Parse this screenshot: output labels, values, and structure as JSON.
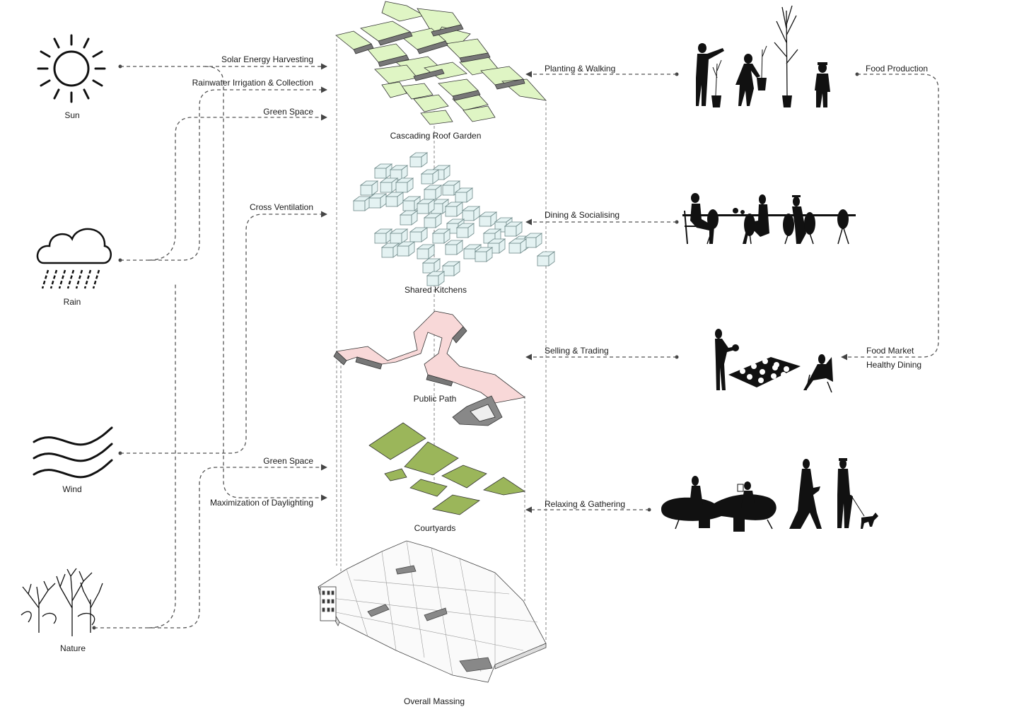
{
  "elements": {
    "sun": "Sun",
    "rain": "Rain",
    "wind": "Wind",
    "nature": "Nature"
  },
  "layers": {
    "roof": "Cascading Roof Garden",
    "kitchens": "Shared Kitchens",
    "path": "Public Path",
    "courtyards": "Courtyards",
    "massing": "Overall Massing"
  },
  "strategies": {
    "solar": "Solar Energy Harvesting",
    "rainwater": "Rainwater Irrigation & Collection",
    "green1": "Green Space",
    "ventilation": "Cross Ventilation",
    "green2": "Green Space",
    "daylight": "Maximization of Daylighting"
  },
  "activities": {
    "planting": "Planting & Walking",
    "dining": "Dining & Socialising",
    "selling": "Selling & Trading",
    "relaxing": "Relaxing & Gathering"
  },
  "functions": {
    "food_production": "Food Production",
    "food_market": "Food Market",
    "healthy_dining": "Healthy Dining"
  },
  "colors": {
    "roof_green": "#dff5c4",
    "kitchen_box": "#e4f2f2",
    "path_pink": "#f8d8d8",
    "courtyard_green": "#9bb65a",
    "silhouette": "#111111"
  }
}
